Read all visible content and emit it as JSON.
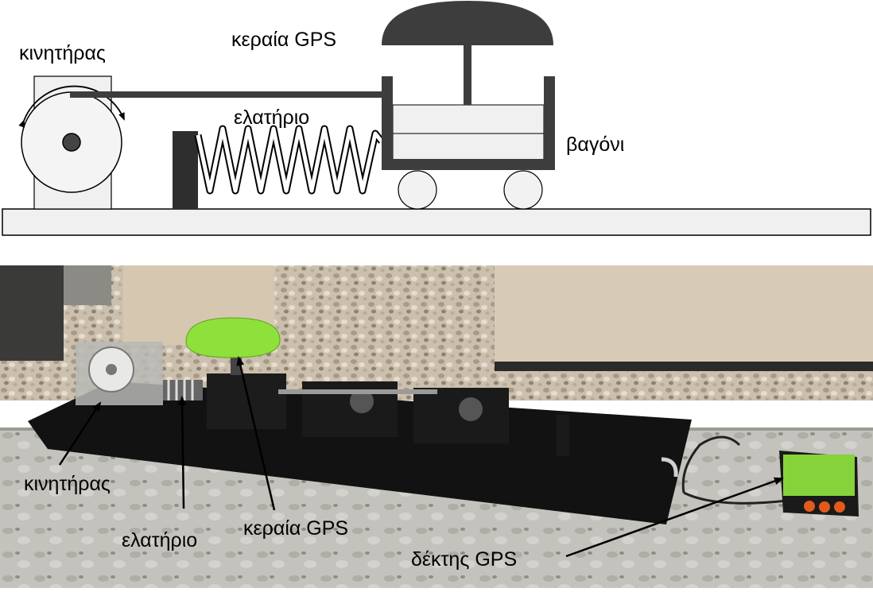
{
  "schematic": {
    "labels": {
      "motor": "κινητήρας",
      "antenna": "κεραία GPS",
      "spring": "ελατήριο",
      "cart": "βαγόνι"
    }
  },
  "photo": {
    "labels": {
      "motor": "κινητήρας",
      "spring": "ελατήριο",
      "antenna": "κεραία GPS",
      "receiver": "δέκτης GPS"
    }
  },
  "colors": {
    "outline": "#000000",
    "dark_part": "#3d3d3d",
    "light_fill": "#f0f0f0",
    "antenna_green": "#8ee03a",
    "receiver_green": "#86d23a",
    "gravel": "#cbbfae",
    "wall": "#d8cbb6",
    "concrete": "#c7c6c0",
    "board": "#121212"
  }
}
